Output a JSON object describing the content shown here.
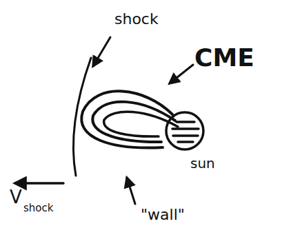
{
  "diagram": {
    "labels": [
      "shock",
      "CME",
      "sun",
      "\"wall\"",
      "V",
      "shock"
    ]
  }
}
